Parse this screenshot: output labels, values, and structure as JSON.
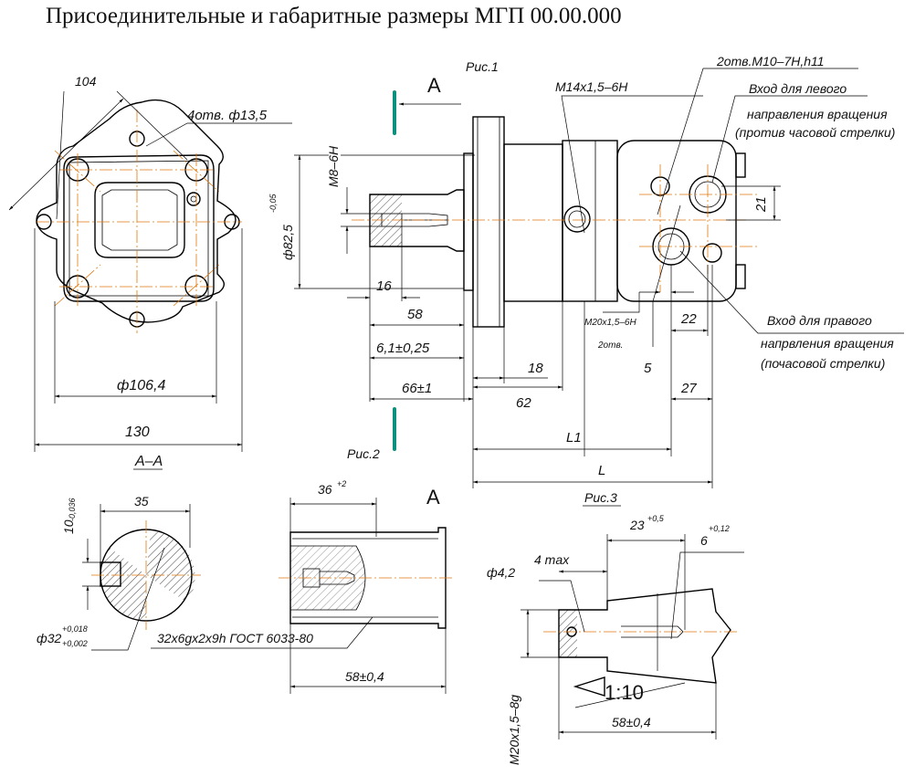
{
  "title": "Присоединительные и габаритные размеры МГП 00.00.000",
  "colors": {
    "axis": "#e07a10",
    "section_mark": "#0d8f7e",
    "line": "#000000"
  },
  "labels": {
    "dim_104": "104",
    "holes_4": "4отв. ф13,5",
    "dim_106": "ф106,4",
    "dim_130": "130",
    "section_aa": "А–А",
    "fig1": "Рис.1",
    "fig2": "Рис.2",
    "fig3": "Рис.3",
    "mark_a": "А",
    "mark_a2": "А",
    "m8": "М8–6Н",
    "d825": "ф82,5",
    "d825_tol": "-0,05",
    "dim_16": "16",
    "dim_58": "58",
    "dim_61": "6,1±0,25",
    "dim_66": "66±1",
    "dim_18": "18",
    "dim_62": "62",
    "l1": "L1",
    "l": "L",
    "m14": "М14х1,5–6Н",
    "holes_2_m10": "2отв.М10–7Н,h11",
    "inlet_left_1": "Вход для левого",
    "inlet_left_2": "направления вращения",
    "inlet_left_3": "(против часовой стрелки)",
    "dim_21": "21",
    "m20_holes": "М20х1,5–6Н",
    "holes_2": "2отв.",
    "dim_22": "22",
    "dim_5": "5",
    "dim_27": "27",
    "inlet_right_1": "Вход для правого",
    "inlet_right_2": "напрвления вращения",
    "inlet_right_3": "(почасовой стрелки)",
    "dim_35": "35",
    "key_10": "10",
    "key_10_tol": "-0,036",
    "shaft_32": "ф32",
    "shaft_32_tol_up": "+0,018",
    "shaft_32_tol_dn": "+0,002",
    "dim_36": "36",
    "dim_36_tol": "+2",
    "spline": "32х6gх2х9h ГОСТ 6033-80",
    "dim_58_04_a": "58±0,4",
    "dim_23": "23",
    "dim_23_tol": "+0,5",
    "dim_6": "6",
    "dim_6_tol": "+0,12",
    "d42": "ф4,2",
    "max4": "4 max",
    "taper": "1:10",
    "m20_thread": "М20х1,5–8g",
    "dim_58_04_b": "58±0,4"
  }
}
